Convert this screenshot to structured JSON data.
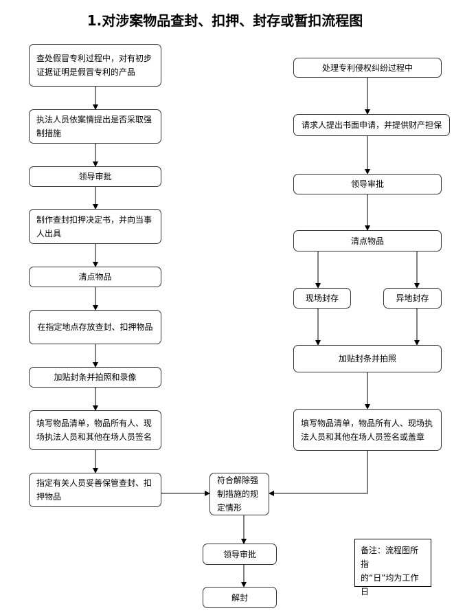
{
  "title": "1.对涉案物品查封、扣押、封存或暂扣流程图",
  "left": [
    {
      "lines": [
        "查处假冒专利过程中，对有初步",
        "证据证明是假冒专利的产品"
      ]
    },
    {
      "lines": [
        "执法人员依案情提出是否采取强",
        "制措施"
      ]
    },
    {
      "lines": [
        "领导审批"
      ]
    },
    {
      "lines": [
        "制作查封扣押决定书，并向当事",
        "人出具"
      ]
    },
    {
      "lines": [
        "清点物品"
      ]
    },
    {
      "lines": [
        "在指定地点存放查封、扣押物品"
      ]
    },
    {
      "lines": [
        "加贴封条并拍照和录像"
      ]
    },
    {
      "lines": [
        "填写物品清单，物品所有人、现",
        "场执法人员和其他在场人员签名"
      ]
    },
    {
      "lines": [
        "指定有关人员妥善保管查封、扣",
        "押物品"
      ]
    }
  ],
  "right": [
    {
      "lines": [
        "处理专利侵权纠纷过程中"
      ]
    },
    {
      "lines": [
        "请求人提出书面申请，并提供财产担保"
      ]
    },
    {
      "lines": [
        "领导审批"
      ]
    },
    {
      "lines": [
        "清点物品"
      ]
    },
    {
      "lines": [
        "现场封存"
      ]
    },
    {
      "lines": [
        "异地封存"
      ]
    },
    {
      "lines": [
        "加贴封条并拍照"
      ]
    },
    {
      "lines": [
        "填写物品清单，物品所有人、现场执",
        "法人员和其他在场人员签名或盖章"
      ]
    }
  ],
  "center": [
    {
      "lines": [
        "符合解除强",
        "制措施的规",
        "定情形"
      ]
    },
    {
      "lines": [
        "领导审批"
      ]
    },
    {
      "lines": [
        "解封"
      ]
    }
  ],
  "note": {
    "lines": [
      "备注：流程图所指",
      "的“日”均为工作",
      "日"
    ]
  }
}
